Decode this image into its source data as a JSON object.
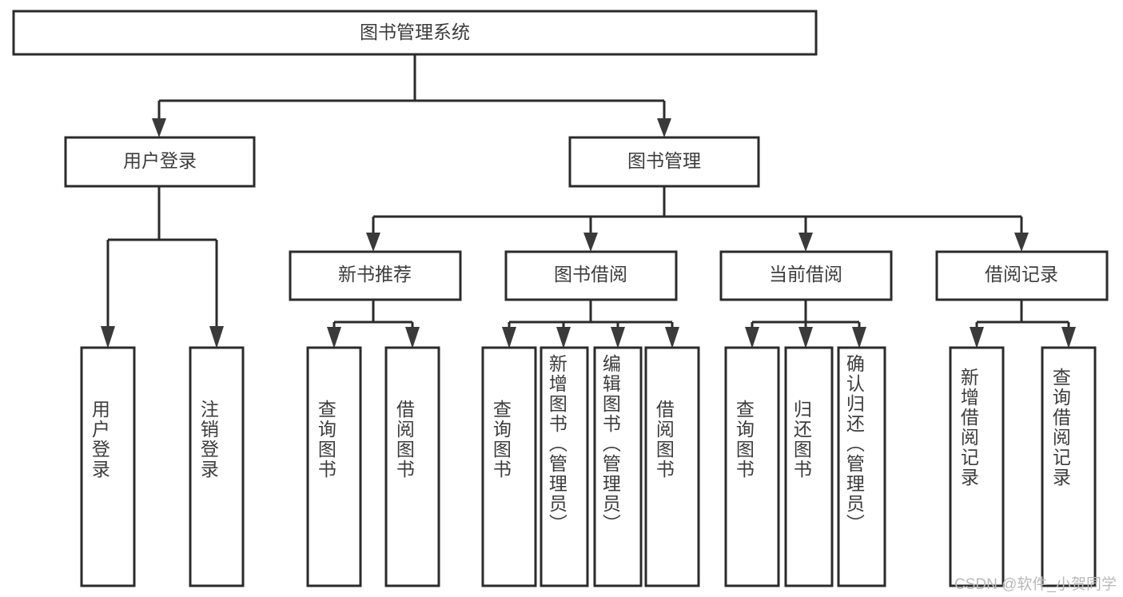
{
  "diagram": {
    "title": "图书管理系统",
    "type": "tree-hierarchy-chart",
    "colors": {
      "box_fill": "#ffffff",
      "box_stroke": "#2b2b2b",
      "text": "#3c3c3c",
      "watermark": "#b9b9b9",
      "background": "#ffffff"
    }
  },
  "root": {
    "label": "图书管理系统"
  },
  "level2": [
    {
      "label": "用户登录"
    },
    {
      "label": "图书管理"
    }
  ],
  "level3": [
    {
      "label": "新书推荐"
    },
    {
      "label": "图书借阅"
    },
    {
      "label": "当前借阅"
    },
    {
      "label": "借阅记录"
    }
  ],
  "leaves": {
    "user_login": [
      {
        "label": "用户登录"
      },
      {
        "label": "注销登录"
      }
    ],
    "new_book_rec": [
      {
        "label": "查询图书"
      },
      {
        "label": "借阅图书"
      }
    ],
    "book_borrow": [
      {
        "label": "查询图书"
      },
      {
        "label": "新增图书（管理员）"
      },
      {
        "label": "编辑图书（管理员）"
      },
      {
        "label": "借阅图书"
      }
    ],
    "current_borrow": [
      {
        "label": "查询图书"
      },
      {
        "label": "归还图书"
      },
      {
        "label": "确认归还（管理员）"
      }
    ],
    "borrow_record": [
      {
        "label": "新增借阅记录"
      },
      {
        "label": "查询借阅记录"
      }
    ]
  },
  "watermark": {
    "text": "CSDN @软件_小贺同学"
  }
}
